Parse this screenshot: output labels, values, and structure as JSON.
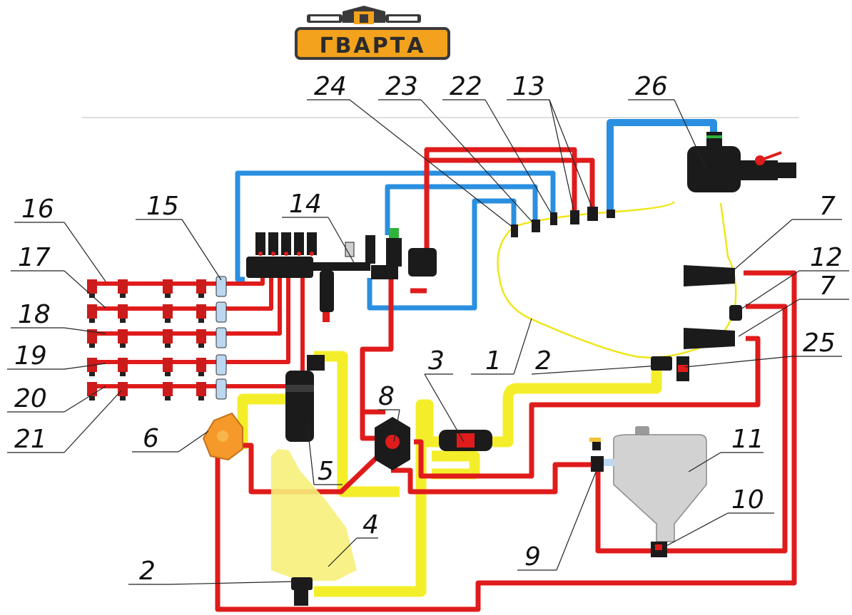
{
  "logo": {
    "text": "ГВАРТА"
  },
  "labels": [
    {
      "id": "1",
      "text": "1"
    },
    {
      "id": "2a",
      "text": "2"
    },
    {
      "id": "2b",
      "text": "2"
    },
    {
      "id": "3",
      "text": "3"
    },
    {
      "id": "4",
      "text": "4"
    },
    {
      "id": "5",
      "text": "5"
    },
    {
      "id": "6",
      "text": "6"
    },
    {
      "id": "7a",
      "text": "7"
    },
    {
      "id": "7b",
      "text": "7"
    },
    {
      "id": "8",
      "text": "8"
    },
    {
      "id": "9",
      "text": "9"
    },
    {
      "id": "10",
      "text": "10"
    },
    {
      "id": "11",
      "text": "11"
    },
    {
      "id": "12",
      "text": "12"
    },
    {
      "id": "13",
      "text": "13"
    },
    {
      "id": "14",
      "text": "14"
    },
    {
      "id": "15",
      "text": "15"
    },
    {
      "id": "16",
      "text": "16"
    },
    {
      "id": "17",
      "text": "17"
    },
    {
      "id": "18",
      "text": "18"
    },
    {
      "id": "19",
      "text": "19"
    },
    {
      "id": "20",
      "text": "20"
    },
    {
      "id": "21",
      "text": "21"
    },
    {
      "id": "22",
      "text": "22"
    },
    {
      "id": "23",
      "text": "23"
    },
    {
      "id": "24",
      "text": "24"
    },
    {
      "id": "25",
      "text": "25"
    },
    {
      "id": "26",
      "text": "26"
    }
  ],
  "colors": {
    "pressure_line": "#e01b1b",
    "return_line": "#2a8fe0",
    "suction_line": "#f4ee2a",
    "logo_orange": "#f2a21c",
    "tank_yellow": "#f6f07a",
    "pump_orange": "#f59a2a"
  }
}
